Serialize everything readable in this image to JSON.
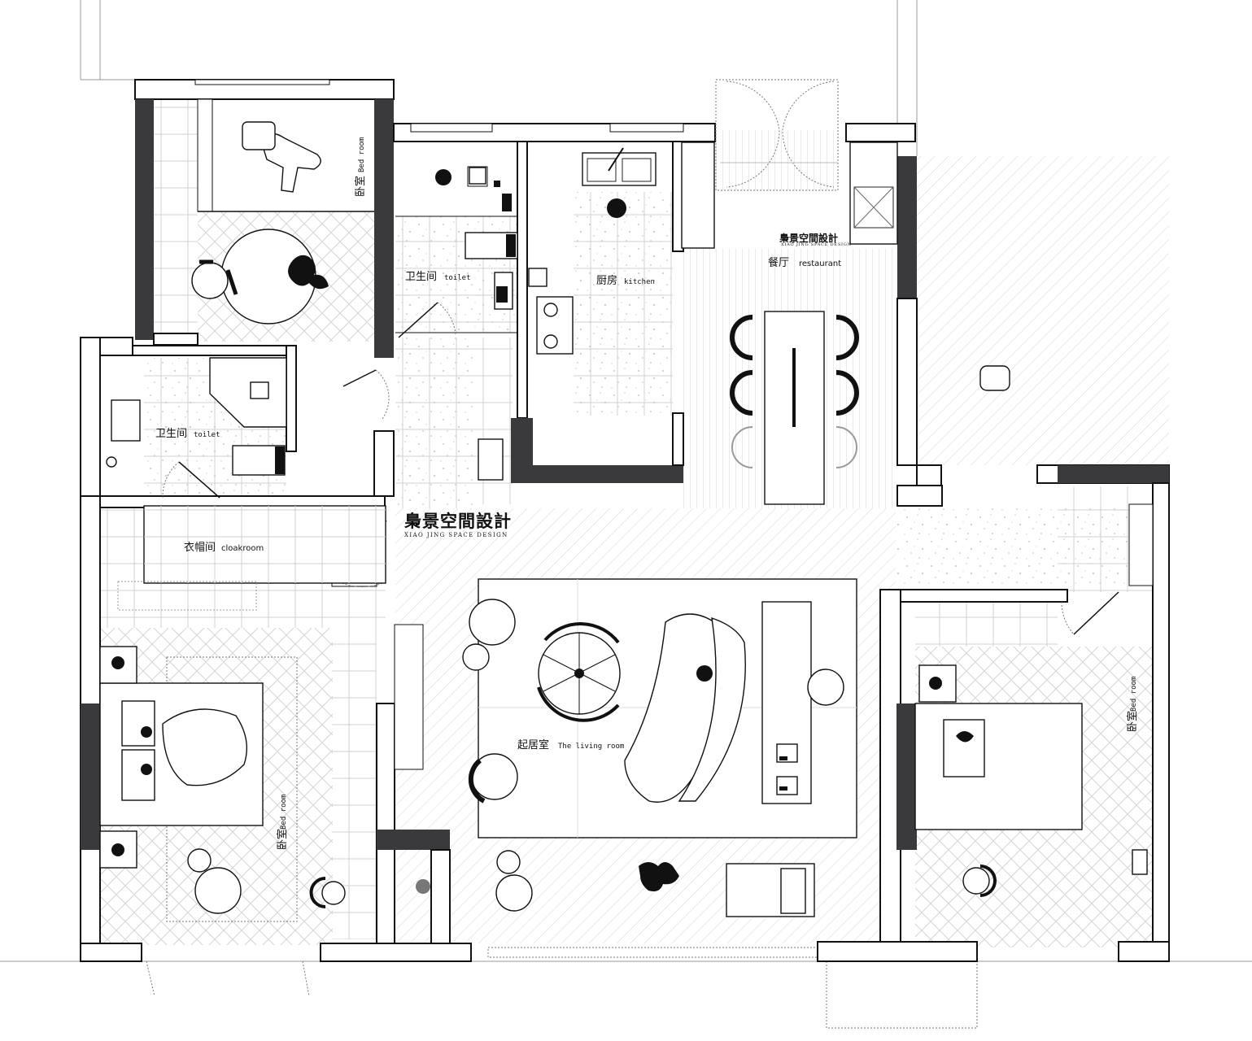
{
  "brand": {
    "name_cn": "梟景空間設計",
    "name_en": "XIAO JING SPACE DESIGN"
  },
  "rooms": {
    "bedroom_top": {
      "cn": "卧室",
      "en": "Bed room"
    },
    "toilet_top": {
      "cn": "卫生间",
      "en": "toilet"
    },
    "kitchen": {
      "cn": "厨房",
      "en": "kitchen"
    },
    "restaurant": {
      "cn": "餐厅",
      "en": "restaurant"
    },
    "toilet_left": {
      "cn": "卫生间",
      "en": "toilet"
    },
    "cloakroom": {
      "cn": "衣帽间",
      "en": "cloakroom"
    },
    "living": {
      "cn": "起居室",
      "en": "The living room"
    },
    "bedroom_left": {
      "cn": "卧室",
      "en": "Bed room"
    },
    "bedroom_right": {
      "cn": "卧室",
      "en": "Bed room"
    }
  },
  "colors": {
    "wall_fill": "#3a3a3c",
    "line": "#111111",
    "floor_hatch": "#d8d8d8"
  }
}
